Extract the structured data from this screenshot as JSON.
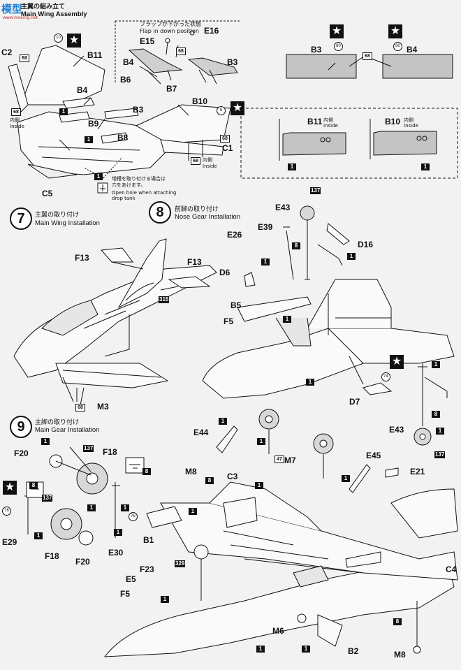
{
  "watermark": {
    "text": "模型",
    "url": "www.moxing.net"
  },
  "section_main_wing": {
    "title_jp": "主翼の組み立て",
    "title_en": "Main Wing Assembly"
  },
  "flap_note": {
    "jp": "フラップが下がった状態",
    "en": "Flap in down position"
  },
  "step7": {
    "number": "7",
    "title_jp": "主翼の取り付け",
    "title_en": "Main Wing Installation"
  },
  "step8": {
    "number": "8",
    "title_jp": "前脚の取り付け",
    "title_en": "Nose Gear Installation"
  },
  "step9": {
    "number": "9",
    "title_jp": "主脚の取り付け",
    "title_en": "Main Gear Installation"
  },
  "drop_tank_note": {
    "jp1": "増槽を取り付ける場合は",
    "jp2": "穴をあけます。",
    "en1": "Open hole when attaching",
    "en2": "drop tank"
  },
  "inside": {
    "jp": "内側",
    "en": "Inside"
  },
  "colors": {
    "line": "#111111",
    "panel_gray": "#bdbdbd",
    "badge": "#111111"
  },
  "parts": {
    "B1": "B1",
    "B2": "B2",
    "B3": "B3",
    "B4": "B4",
    "B5": "B5",
    "B6": "B6",
    "B7": "B7",
    "B8": "B8",
    "B9": "B9",
    "B10": "B10",
    "B11": "B11",
    "C1": "C1",
    "C2": "C2",
    "C3": "C3",
    "C4": "C4",
    "C5": "C5",
    "D6": "D6",
    "D7": "D7",
    "D16": "D16",
    "E5": "E5",
    "E15": "E15",
    "E16": "E16",
    "E21": "E21",
    "E26": "E26",
    "E29": "E29",
    "E30": "E30",
    "E39": "E39",
    "E43": "E43",
    "E44": "E44",
    "E45": "E45",
    "F5": "F5",
    "F13": "F13",
    "F18": "F18",
    "F20": "F20",
    "F23": "F23",
    "M3": "M3",
    "M6": "M6",
    "M7": "M7",
    "M8": "M8"
  },
  "colorcodes": {
    "c1": "1",
    "c8": "8",
    "c47": "47",
    "c68": "68",
    "c74": "74",
    "c76": "76",
    "c80": "80",
    "c137": "137",
    "c315": "315",
    "c329": "329",
    "c9": "9",
    "c10": "10"
  }
}
